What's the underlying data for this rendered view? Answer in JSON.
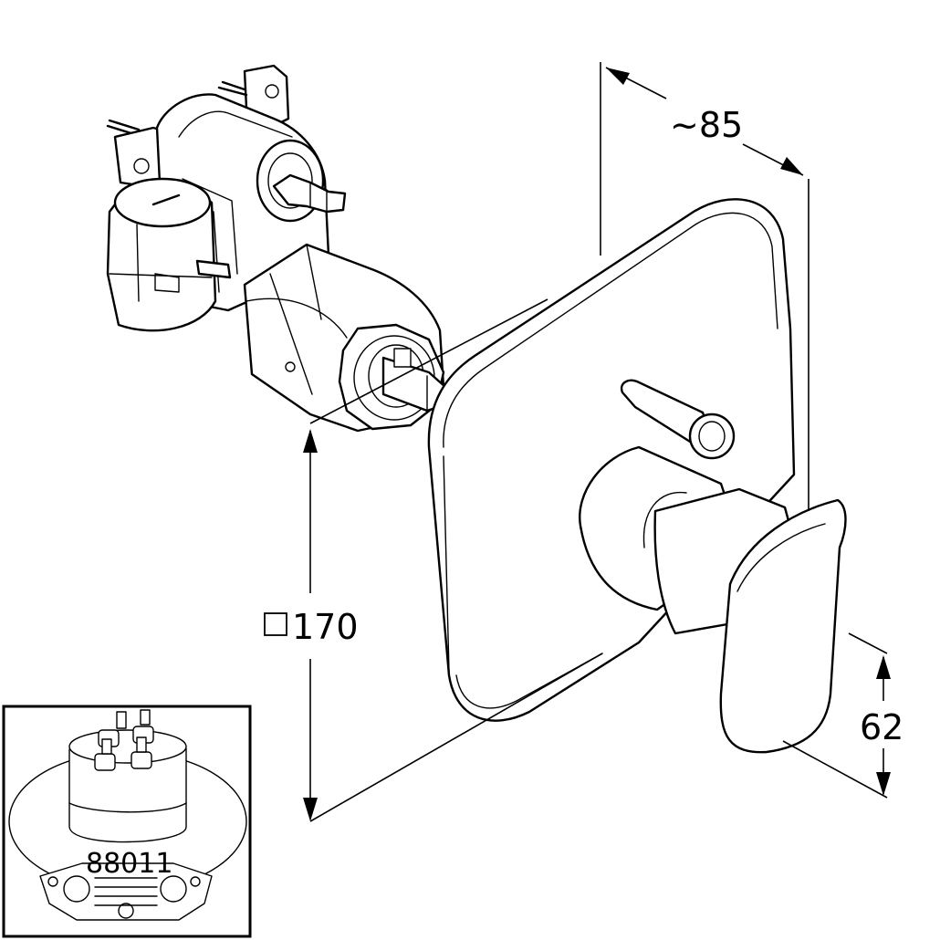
{
  "dimensions": {
    "depth_label": "~85",
    "plate_size_label": "170",
    "projection_label": "62"
  },
  "inset": {
    "part_number": "88011"
  },
  "icons": {
    "square_symbol": "square-outline-icon"
  },
  "colors": {
    "line": "#000000",
    "background": "#ffffff"
  }
}
